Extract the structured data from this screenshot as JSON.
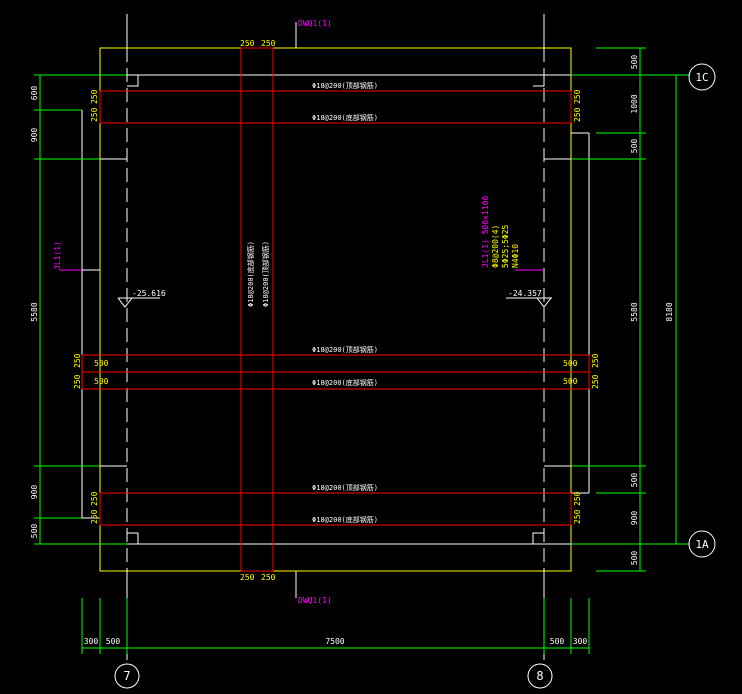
{
  "colors": {
    "background": "#000000",
    "outline": "#ffff00",
    "wall": "#ffffff",
    "reinforcement": "#ff0000",
    "dimension_line": "#00ff00",
    "dimension_text": "#ffffff",
    "callout": "#ff00ff",
    "annotation": "#ffff00"
  },
  "section_marks": {
    "top": "DWQ1(1)",
    "bottom": "DWQ1(1)",
    "left": "JL1(1)"
  },
  "detail_note": [
    "JL1(1) 500x1100",
    "Φ8@200(4)",
    "5Φ25;5Φ25",
    "N4Φ10"
  ],
  "elevations": {
    "left": "-25.616",
    "right": "-24.357"
  },
  "rebar": {
    "vertical_left": "Φ18@200(底部钢筋)",
    "vertical_right": "Φ18@200(顶部钢筋)",
    "h1": "Φ18@200(顶部钢筋)",
    "h2": "Φ18@200(底部钢筋)",
    "h3": "Φ18@200(顶部钢筋)",
    "h4": "Φ18@200(底部钢筋)",
    "h5": "Φ18@200(顶部钢筋)",
    "h6": "Φ18@200(底部钢筋)"
  },
  "yellow_dims": {
    "top_left": "250",
    "top_right": "250",
    "bot_left": "250",
    "bot_right": "250",
    "l1": "250",
    "l2": "250",
    "l3": "250",
    "l4": "250",
    "l5": "250",
    "l6": "250",
    "r1": "250",
    "r2": "250",
    "r3": "250",
    "r4": "250",
    "r5": "250",
    "r6": "250",
    "mid_l1": "500",
    "mid_l2": "500",
    "mid_r1": "500",
    "mid_r2": "500"
  },
  "dims_left": [
    "600",
    "900",
    "5580",
    "900",
    "500"
  ],
  "dims_right": [
    "500",
    "1000",
    "500",
    "5580",
    "500",
    "900",
    "500"
  ],
  "dim_overall_right": "8180",
  "dims_bottom": [
    "300",
    "500",
    "7500",
    "500",
    "300"
  ],
  "axes": {
    "bottom_left": "7",
    "bottom_right": "8",
    "right_top": "1C",
    "right_bottom": "1A"
  }
}
